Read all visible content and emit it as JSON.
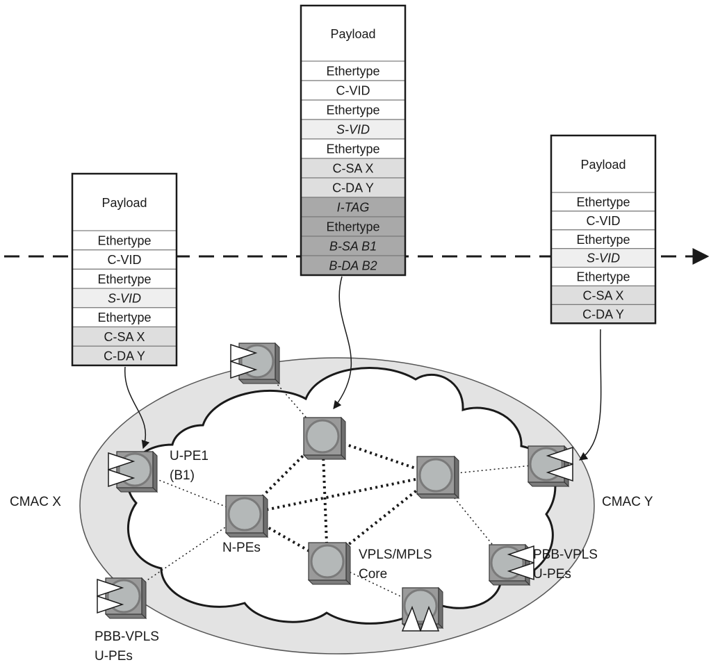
{
  "colors": {
    "ellipse_fill": "#e3e3e3",
    "cloud_fill": "#ffffff",
    "device_body": "#9a9a9a",
    "device_disc": "#b4b8b8",
    "header_light": "#ffffff",
    "header_svid": "#efefef",
    "header_mid": "#dedede",
    "header_dark": "#a9a9a9"
  },
  "frames": {
    "left": {
      "payload": "Payload",
      "fields": [
        {
          "text": "Ethertype",
          "shade": "light",
          "italic": false
        },
        {
          "text": "C-VID",
          "shade": "light",
          "italic": false
        },
        {
          "text": "Ethertype",
          "shade": "light",
          "italic": false
        },
        {
          "text": "S-VID",
          "shade": "svid",
          "italic": true
        },
        {
          "text": "Ethertype",
          "shade": "light",
          "italic": false
        },
        {
          "text": "C-SA X",
          "shade": "mid",
          "italic": false
        },
        {
          "text": "C-DA Y",
          "shade": "mid",
          "italic": false
        }
      ]
    },
    "middle": {
      "payload": "Payload",
      "fields": [
        {
          "text": "Ethertype",
          "shade": "light",
          "italic": false
        },
        {
          "text": "C-VID",
          "shade": "light",
          "italic": false
        },
        {
          "text": "Ethertype",
          "shade": "light",
          "italic": false
        },
        {
          "text": "S-VID",
          "shade": "svid",
          "italic": true
        },
        {
          "text": "Ethertype",
          "shade": "light",
          "italic": false
        },
        {
          "text": "C-SA X",
          "shade": "mid",
          "italic": false
        },
        {
          "text": "C-DA Y",
          "shade": "mid",
          "italic": false
        },
        {
          "text": "I-TAG",
          "shade": "dark",
          "italic": true
        },
        {
          "text": "Ethertype",
          "shade": "dark",
          "italic": false
        },
        {
          "text": "B-SA B1",
          "shade": "dark",
          "italic": true
        },
        {
          "text": "B-DA B2",
          "shade": "dark",
          "italic": true
        }
      ]
    },
    "right": {
      "payload": "Payload",
      "fields": [
        {
          "text": "Ethertype",
          "shade": "light",
          "italic": false
        },
        {
          "text": "C-VID",
          "shade": "light",
          "italic": false
        },
        {
          "text": "Ethertype",
          "shade": "light",
          "italic": false
        },
        {
          "text": "S-VID",
          "shade": "svid",
          "italic": true
        },
        {
          "text": "Ethertype",
          "shade": "light",
          "italic": false
        },
        {
          "text": "C-SA X",
          "shade": "mid",
          "italic": false
        },
        {
          "text": "C-DA Y",
          "shade": "mid",
          "italic": false
        }
      ]
    }
  },
  "labels": {
    "cmac_x": "CMAC X",
    "cmac_y": "CMAC Y",
    "upe1_line1": "U-PE1",
    "upe1_line2": "(B1)",
    "npes": "N-PEs",
    "core_line1": "VPLS/MPLS",
    "core_line2": "Core",
    "upes_right_line1": "PBB-VPLS",
    "upes_right_line2": "U-PEs",
    "upes_left_line1": "PBB-VPLS",
    "upes_left_line2": "U-PEs"
  },
  "devices": [
    {
      "id": "upe-top",
      "kind": "upe",
      "facing": "left"
    },
    {
      "id": "upe1",
      "kind": "upe",
      "facing": "left"
    },
    {
      "id": "upe-bottom-left",
      "kind": "upe",
      "facing": "left"
    },
    {
      "id": "upe-bottom",
      "kind": "upe",
      "facing": "down"
    },
    {
      "id": "upe-right-bottom",
      "kind": "upe",
      "facing": "right"
    },
    {
      "id": "upe-right",
      "kind": "upe",
      "facing": "right"
    },
    {
      "id": "npe-top",
      "kind": "npe"
    },
    {
      "id": "npe-right",
      "kind": "npe"
    },
    {
      "id": "npe-left",
      "kind": "npe"
    },
    {
      "id": "npe-bottom",
      "kind": "npe"
    }
  ]
}
